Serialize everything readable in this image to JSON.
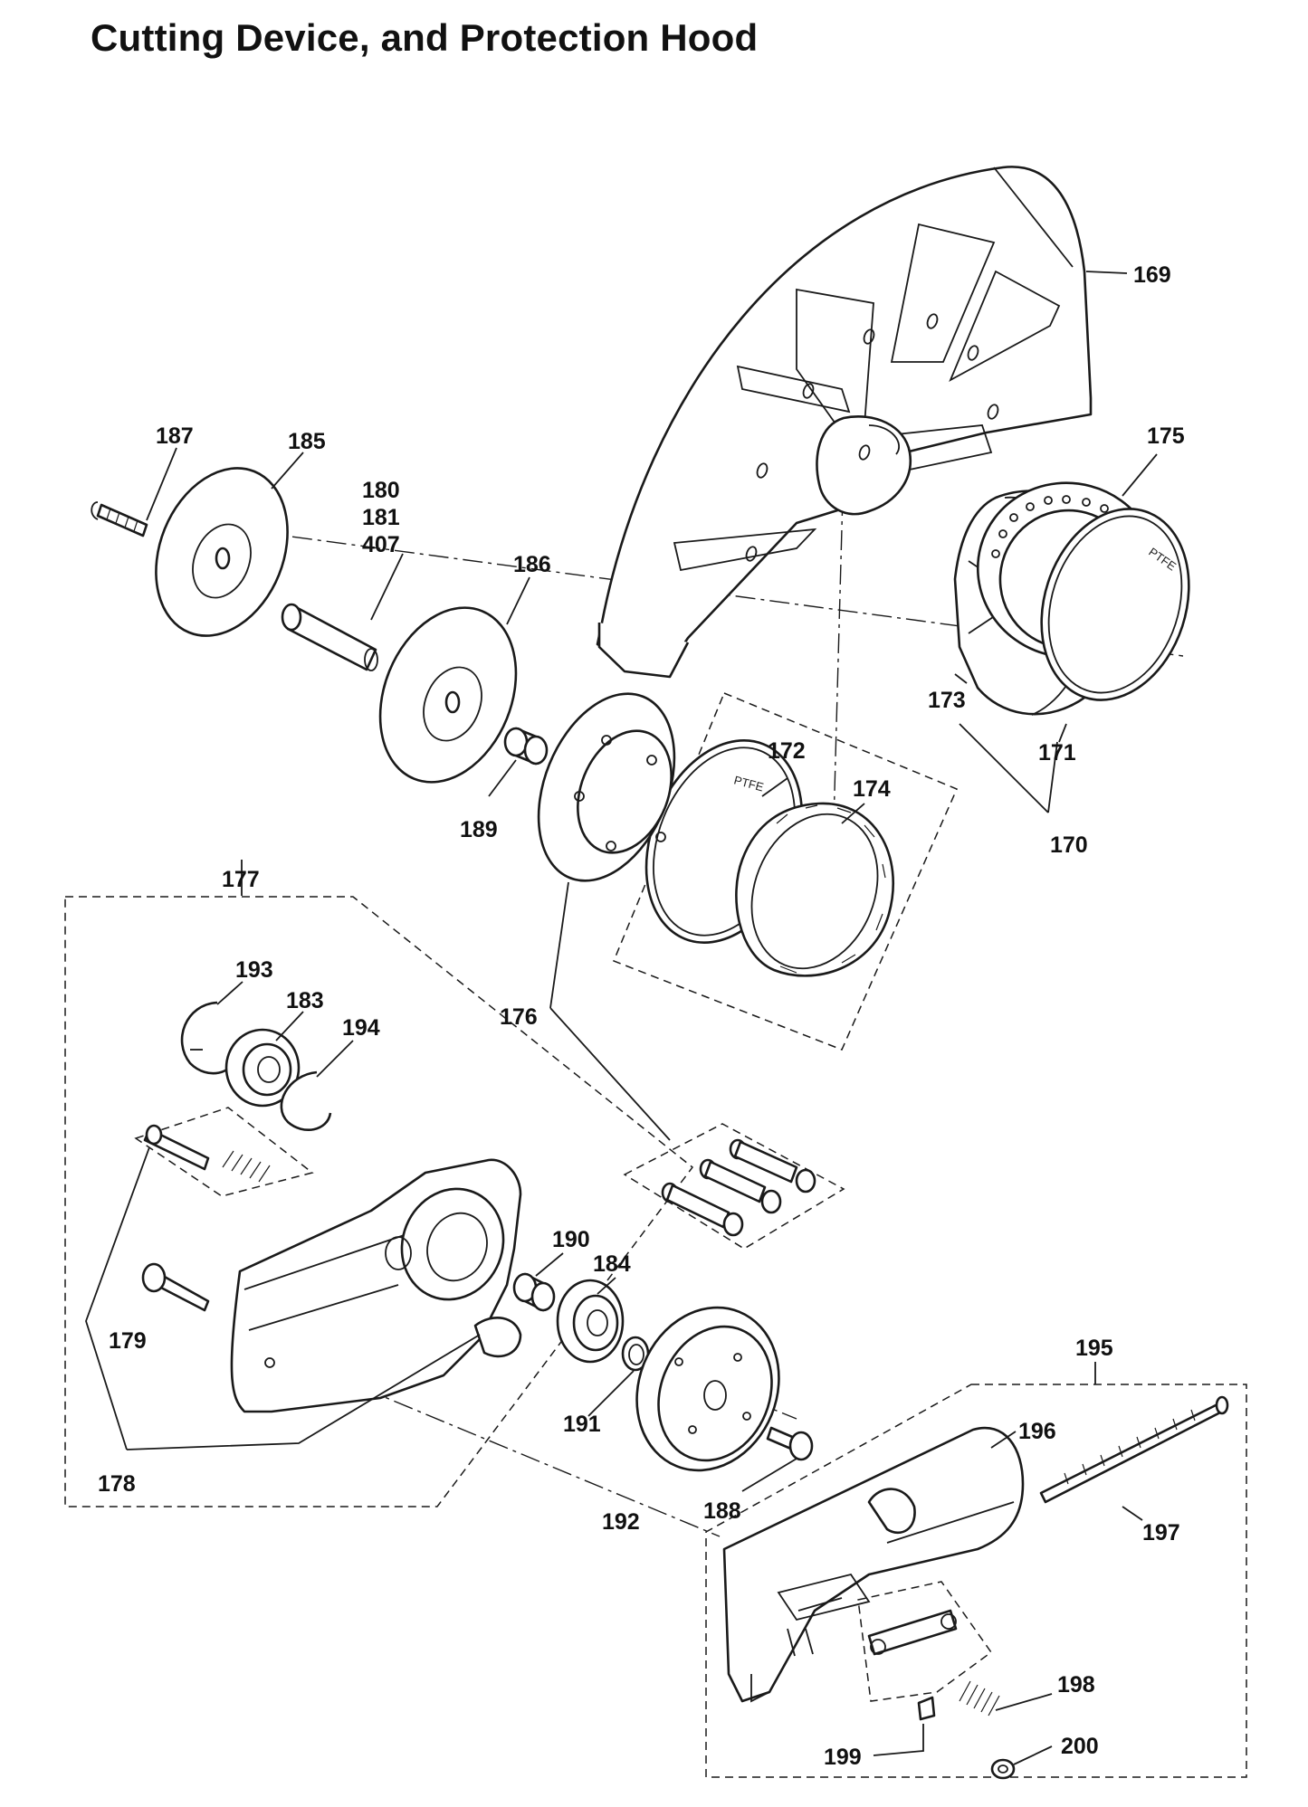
{
  "title": "Cutting Device, and Protection Hood",
  "ptfe_text": "PTFE",
  "labels": {
    "p169": "169",
    "p170": "170",
    "p171": "171",
    "p172": "172",
    "p173": "173",
    "p174": "174",
    "p175": "175",
    "p176": "176",
    "p177": "177",
    "p178": "178",
    "p179": "179",
    "p180": "180",
    "p181": "181",
    "p407": "407",
    "p183": "183",
    "p184": "184",
    "p185": "185",
    "p186": "186",
    "p187": "187",
    "p188": "188",
    "p189": "189",
    "p190": "190",
    "p191": "191",
    "p192": "192",
    "p193": "193",
    "p194": "194",
    "p195": "195",
    "p196": "196",
    "p197": "197",
    "p198": "198",
    "p199": "199",
    "p200": "200"
  }
}
